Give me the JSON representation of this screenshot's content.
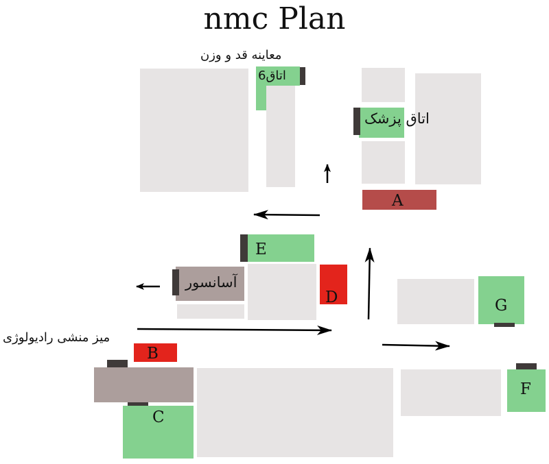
{
  "title": "nmc Plan",
  "colors": {
    "room_green": "#84d18f",
    "room_red": "#e3241c",
    "room_brick": "#b54c4a",
    "wall_gray": "#e7e4e4",
    "door_dark": "#3f3a39",
    "elevator_taupe": "#ac9e9c",
    "arrow": "#000000"
  },
  "labels": {
    "room6_caption": "معاینه قد و وزن",
    "room6": "اتاق6",
    "doctor_room": "اتاق پزشک",
    "elevator": "آسانسور",
    "radiology_desk": "میز منشی رادیولوژی",
    "a": "A",
    "b": "B",
    "c": "C",
    "d": "D",
    "e": "E",
    "f": "F",
    "g": "G"
  }
}
